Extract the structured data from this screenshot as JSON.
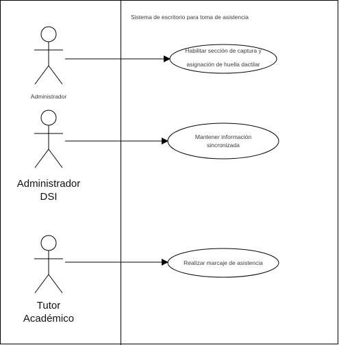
{
  "system": {
    "title": "Sistema de escritorio para toma de asistencia"
  },
  "actors": [
    {
      "name": "Administrador"
    },
    {
      "name_lines": [
        "Administrador",
        "DSI"
      ]
    },
    {
      "name_lines": [
        "Tutor",
        "Académico"
      ]
    }
  ],
  "use_cases": [
    {
      "lines": [
        "Habilitar sección de captura y",
        "asignación de huella dactilar"
      ]
    },
    {
      "lines": [
        "Mantener información",
        "sincronizada"
      ]
    },
    {
      "lines": [
        "Realizar marcaje de asistencia"
      ]
    }
  ]
}
